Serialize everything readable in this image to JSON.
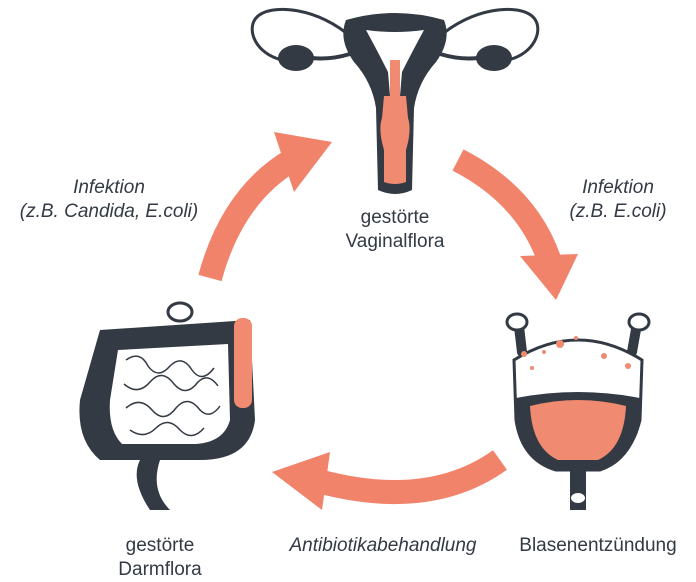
{
  "nodes": {
    "uterus": {
      "line1": "gestörte",
      "line2": "Vaginalflora",
      "icon": "uterus-icon"
    },
    "bladder": {
      "line1": "Blasenentzündung",
      "icon": "bladder-icon"
    },
    "colon": {
      "line1": "gestörte",
      "line2": "Darmflora",
      "icon": "intestine-icon"
    }
  },
  "edges": {
    "colon_to_uterus": {
      "line1": "Infektion",
      "line2": "(z.B. Candida, E.coli)"
    },
    "uterus_to_bladder": {
      "line1": "Infektion",
      "line2": "(z.B. E.coli)"
    },
    "bladder_to_colon": {
      "line1": "Antibiotikabehandlung"
    }
  },
  "colors": {
    "dark": "#333a44",
    "accent": "#f08a70",
    "arrow": "#f2836b"
  }
}
